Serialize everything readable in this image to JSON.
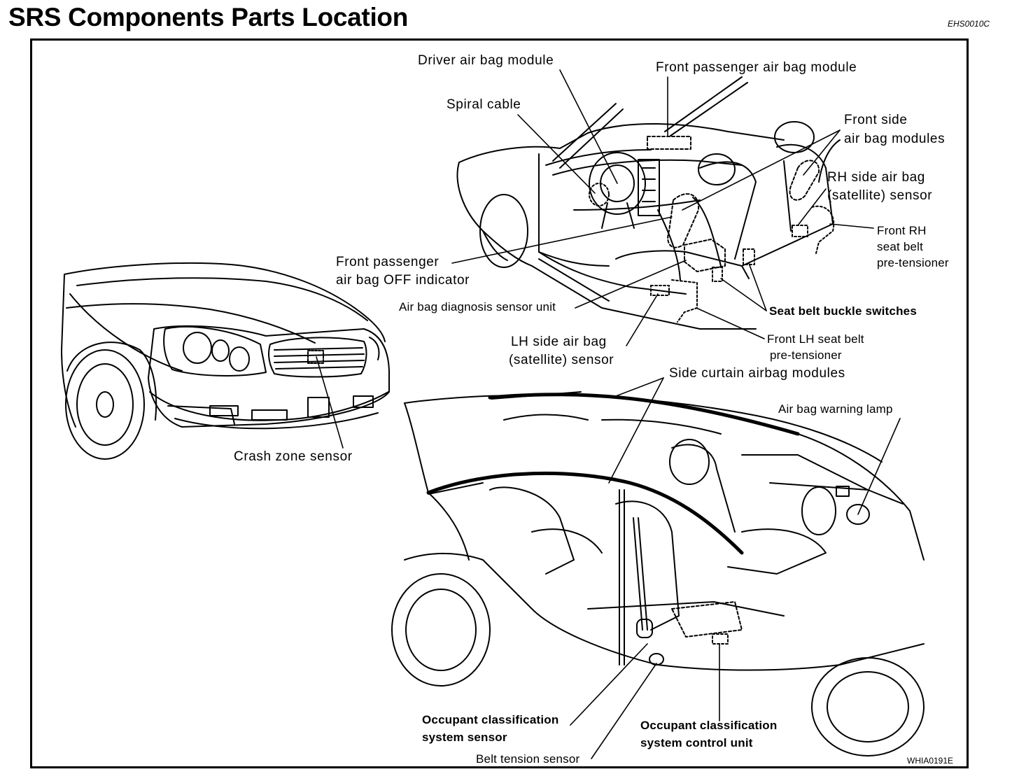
{
  "header": {
    "title": "SRS Components Parts Location",
    "code": "EHS0010C"
  },
  "figure_code": "WHIA0191E",
  "labels": {
    "driver_air_bag_module": "Driver air bag module",
    "front_passenger_air_bag_module": "Front passenger air bag module",
    "spiral_cable": "Spiral cable",
    "front_side_air_bag_modules_1": "Front side",
    "front_side_air_bag_modules_2": "air bag modules",
    "rh_side_air_bag_sensor_1": "RH side air bag",
    "rh_side_air_bag_sensor_2": "(satellite) sensor",
    "front_rh_pretensioner_1": "Front RH",
    "front_rh_pretensioner_2": "seat belt",
    "front_rh_pretensioner_3": "pre-tensioner",
    "passenger_off_indicator_1": "Front passenger",
    "passenger_off_indicator_2": "air bag OFF indicator",
    "diagnosis_sensor_unit": "Air bag diagnosis sensor unit",
    "seat_belt_buckle_switches": "Seat belt buckle switches",
    "front_lh_pretensioner_1": "Front LH seat belt",
    "front_lh_pretensioner_2": "pre-tensioner",
    "lh_side_air_bag_sensor_1": "LH side air bag",
    "lh_side_air_bag_sensor_2": "(satellite) sensor",
    "side_curtain_modules": "Side curtain airbag modules",
    "crash_zone_sensor": "Crash zone sensor",
    "warning_lamp": "Air bag warning lamp",
    "ocs_sensor_1": "Occupant classification",
    "ocs_sensor_2": "system sensor",
    "belt_tension_sensor": "Belt tension sensor",
    "ocs_control_unit_1": "Occupant classification",
    "ocs_control_unit_2": "system control unit"
  }
}
